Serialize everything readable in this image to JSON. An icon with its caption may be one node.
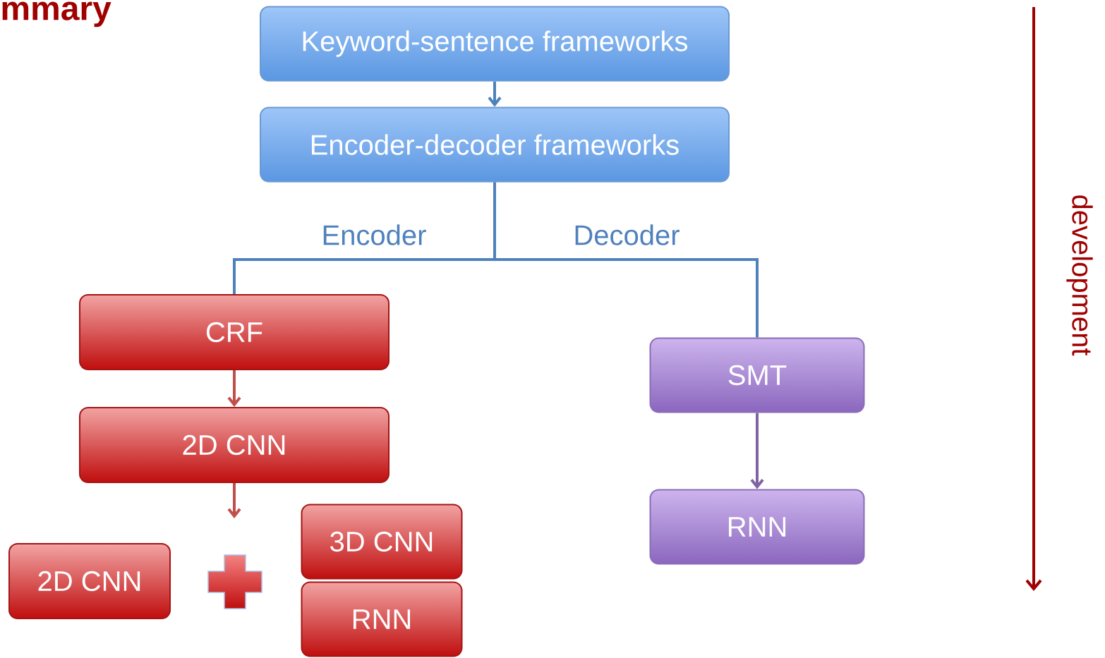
{
  "diagram": {
    "title": "mmary",
    "nodes": [
      {
        "text": [
          "Keyword-sentence frameworks"
        ]
      },
      {
        "text": [
          "Encoder-decoder frameworks"
        ]
      },
      {
        "text": [
          "CRF"
        ]
      },
      {
        "text": [
          "2D CNN"
        ]
      },
      {
        "text": [
          "2D CNN"
        ]
      },
      {
        "text": [
          "3D CNN"
        ]
      },
      {
        "text": [
          "RNN"
        ]
      },
      {
        "text": [
          "SMT"
        ]
      },
      {
        "text": [
          "RNN"
        ]
      }
    ],
    "edges": [
      {
        "from": 0,
        "to": 1,
        "arrow": "to"
      },
      {
        "from": 1,
        "to": 2,
        "arrow": "none",
        "label": "Encoder"
      },
      {
        "from": 1,
        "to": 7,
        "arrow": "none",
        "label": "Decoder"
      },
      {
        "from": 2,
        "to": 3,
        "arrow": "to",
        "color": "#c0504d"
      },
      {
        "from": 3,
        "to": null,
        "arrow": "to",
        "color": "#c0504d"
      },
      {
        "from": 7,
        "to": 8,
        "arrow": "to",
        "color": "#8064a2"
      }
    ],
    "labels": [
      "development"
    ]
  }
}
